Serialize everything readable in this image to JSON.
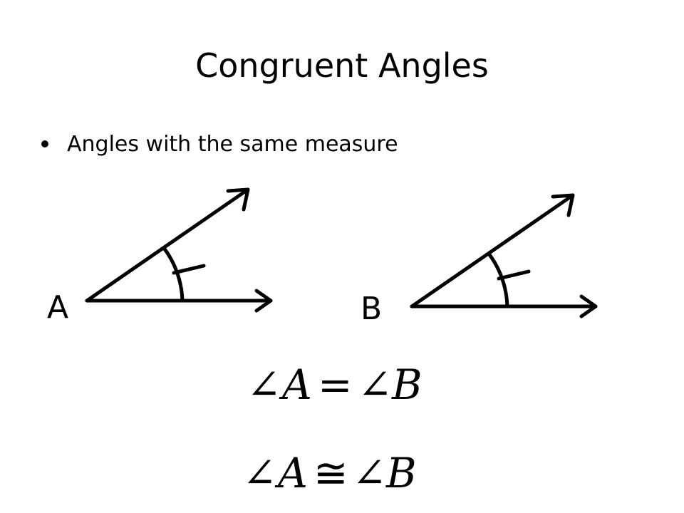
{
  "slide": {
    "title": "Congruent Angles",
    "bullet": "Angles with the same measure"
  },
  "angles": {
    "a_label": "A",
    "b_label": "B"
  },
  "statements": {
    "equal": {
      "left_angle": "∠",
      "left_letter": "A",
      "operator": "=",
      "right_angle": "∠",
      "right_letter": "B"
    },
    "congruent": {
      "left_angle": "∠",
      "left_letter": "A",
      "operator": "≅",
      "right_angle": "∠",
      "right_letter": "B"
    }
  }
}
